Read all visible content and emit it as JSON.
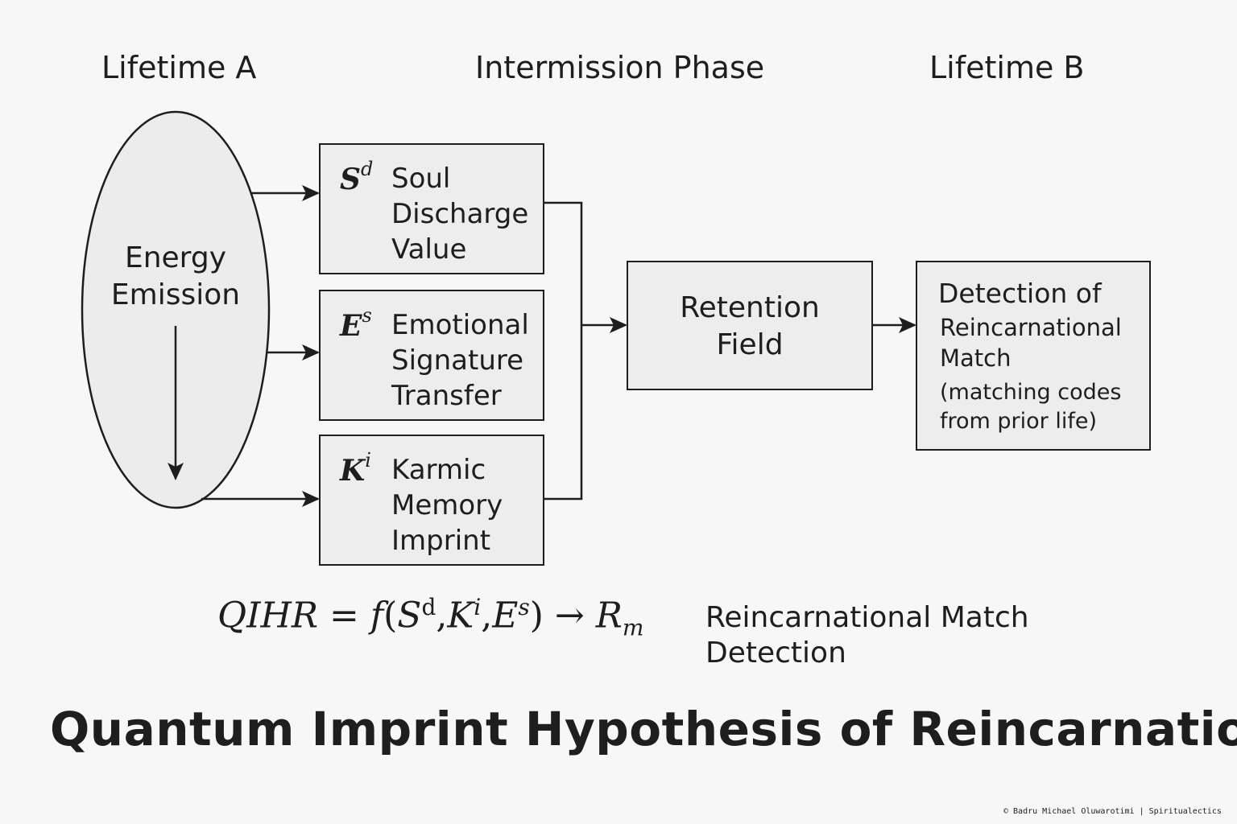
{
  "headings": {
    "left": "Lifetime A",
    "middle": "Intermission Phase",
    "right": "Lifetime B"
  },
  "ellipse": {
    "lines": [
      "Energy",
      "Emission"
    ]
  },
  "boxes": [
    {
      "symbol": "S",
      "superscript": "d",
      "lines": [
        "Soul",
        "Discharge",
        "Value"
      ]
    },
    {
      "symbol": "E",
      "superscript": "s",
      "lines": [
        "Emotional",
        "Signature",
        "Transfer"
      ]
    },
    {
      "symbol": "K",
      "superscript": "i",
      "lines": [
        "Karmic",
        "Memory",
        "Imprint"
      ]
    }
  ],
  "retention": {
    "lines": [
      "Retention",
      "Field"
    ]
  },
  "detection": {
    "lines": [
      "Detection of",
      "Reincarnational",
      "Match",
      "(matching codes",
      "from prior life)"
    ]
  },
  "formula": {
    "lhs": "QIHR",
    "equals": "=",
    "func": "f",
    "open": "(",
    "arg1": "S",
    "arg1_sup": "d",
    "comma": ",",
    "arg2": "K",
    "arg2_sup": "i",
    "arg3": "E",
    "arg3_sup": "s",
    "close": ")",
    "arrow": "→",
    "result": "R",
    "result_sub": "m"
  },
  "formula_label": {
    "lines": [
      "Reincarnational Match",
      "Detection"
    ]
  },
  "title": "Quantum Imprint Hypothesis of Reincarnation",
  "credit": "© Badru Michael Oluwarotimi | Spiritualectics",
  "colors": {
    "stroke": "#1e1e1e",
    "fill": "#ededed",
    "background": "#f7f7f7"
  }
}
